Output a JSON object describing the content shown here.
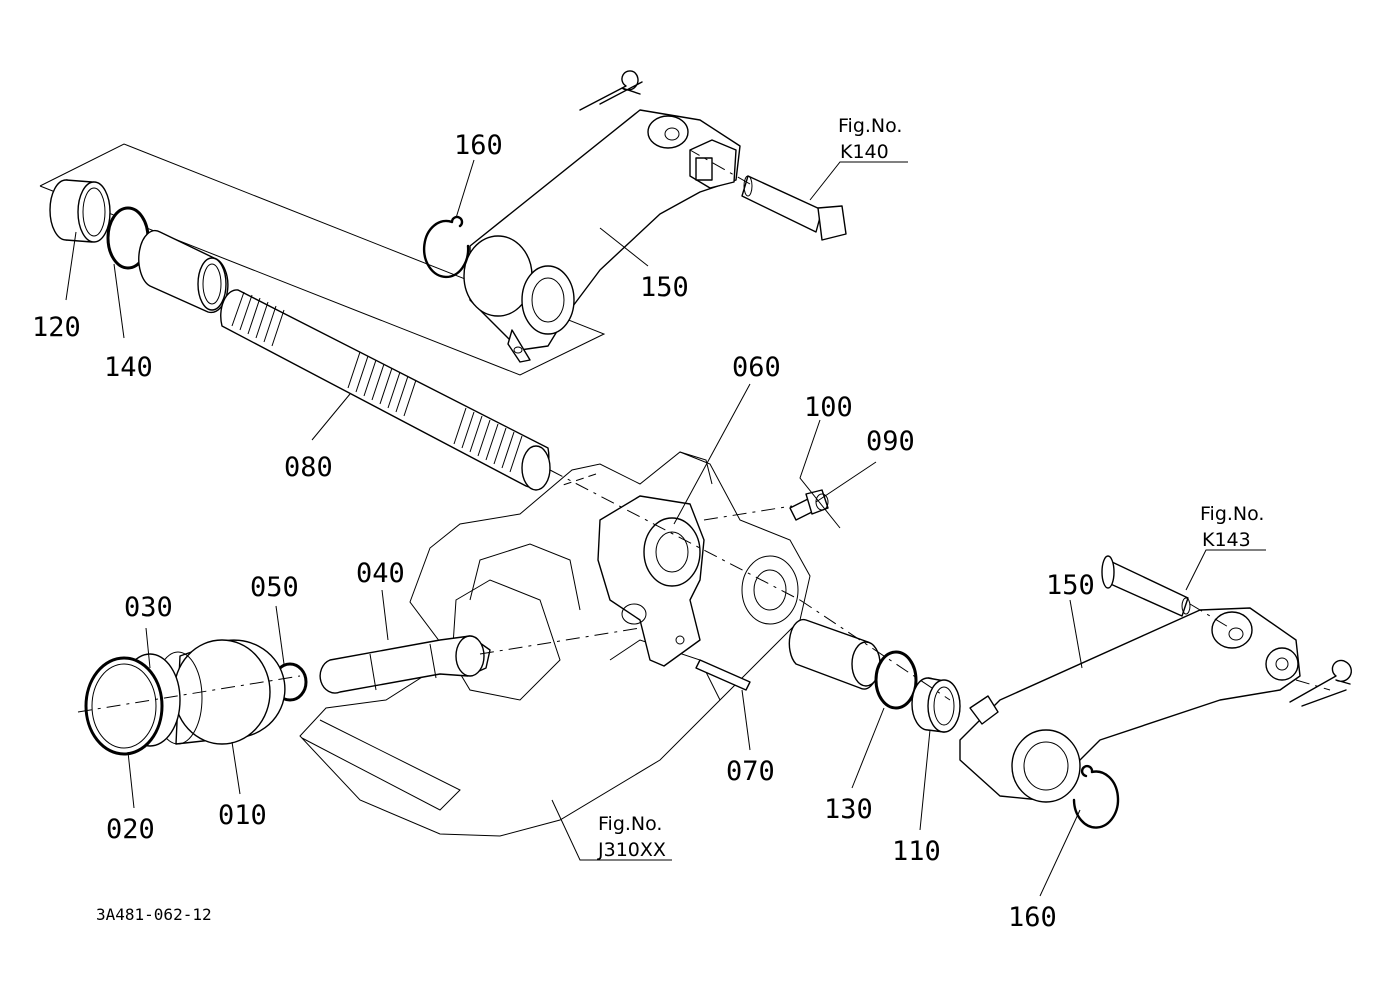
{
  "parts": [
    {
      "id": "p120",
      "label": "120"
    },
    {
      "id": "p140",
      "label": "140"
    },
    {
      "id": "p160a",
      "label": "160"
    },
    {
      "id": "p150a",
      "label": "150"
    },
    {
      "id": "p080",
      "label": "080"
    },
    {
      "id": "p060",
      "label": "060"
    },
    {
      "id": "p100",
      "label": "100"
    },
    {
      "id": "p090",
      "label": "090"
    },
    {
      "id": "p030",
      "label": "030"
    },
    {
      "id": "p050",
      "label": "050"
    },
    {
      "id": "p040",
      "label": "040"
    },
    {
      "id": "p020",
      "label": "020"
    },
    {
      "id": "p010",
      "label": "010"
    },
    {
      "id": "p070",
      "label": "070"
    },
    {
      "id": "p130",
      "label": "130"
    },
    {
      "id": "p110",
      "label": "110"
    },
    {
      "id": "p150b",
      "label": "150"
    },
    {
      "id": "p160b",
      "label": "160"
    }
  ],
  "figure_refs": [
    {
      "id": "k140",
      "title": "Fig.No.",
      "code": "K140"
    },
    {
      "id": "k143",
      "title": "Fig.No.",
      "code": "K143"
    },
    {
      "id": "j310",
      "title": "Fig.No.",
      "code": "J310XX"
    }
  ],
  "drawing_code": "3A481-062-12"
}
